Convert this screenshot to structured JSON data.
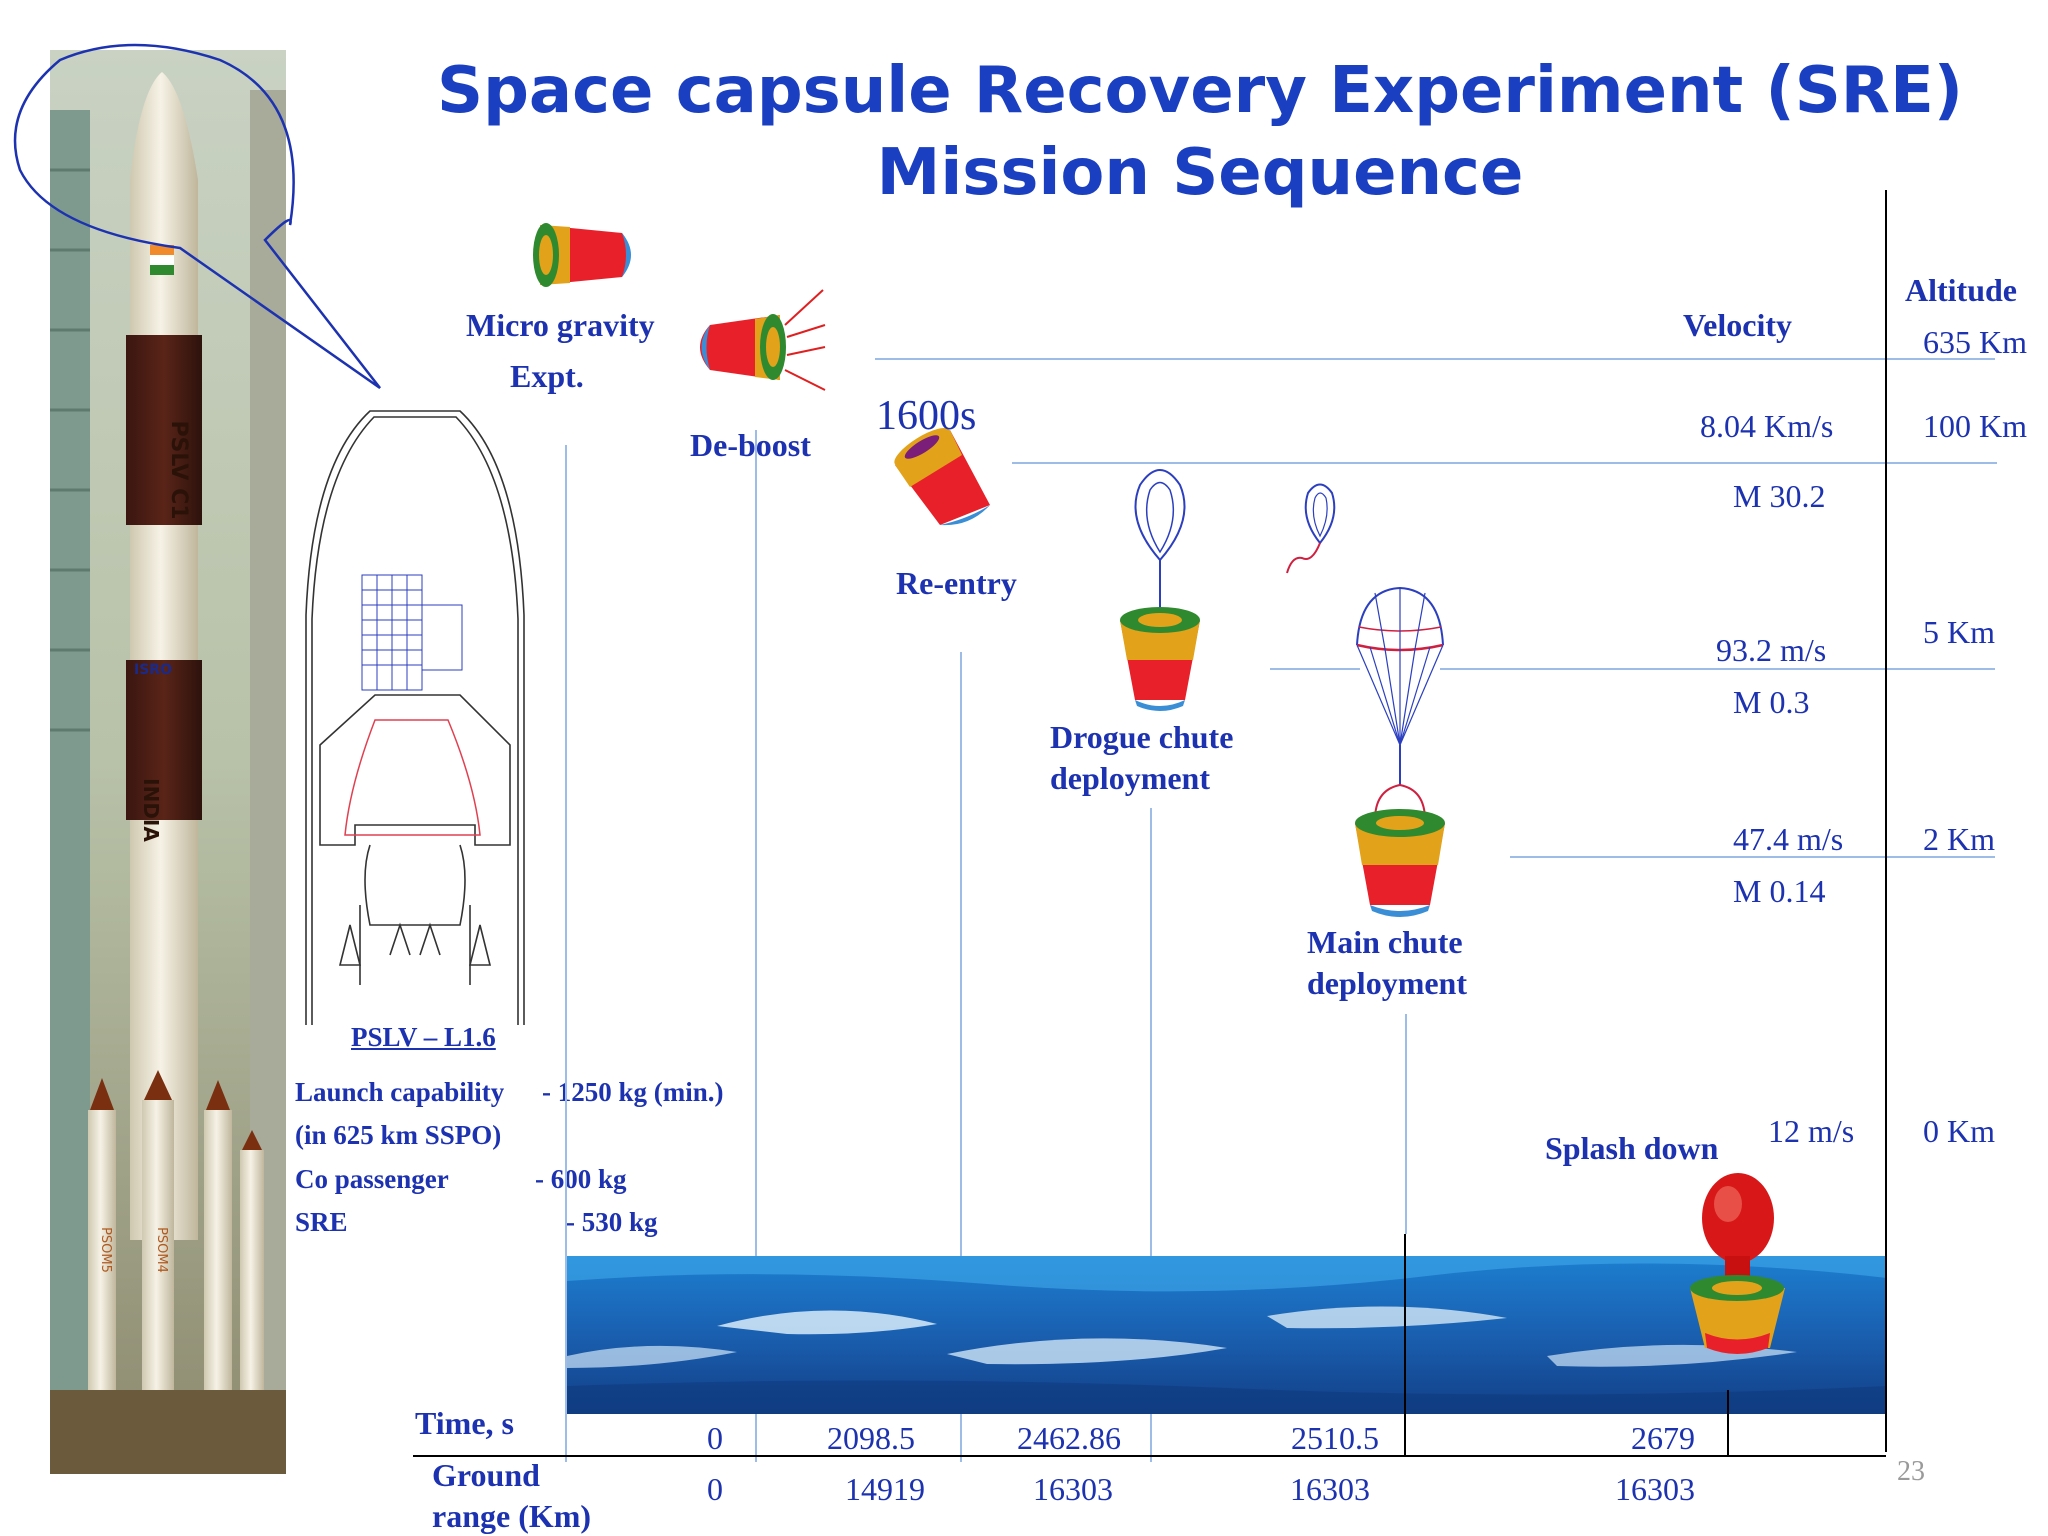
{
  "title": {
    "line1": "Space capsule Recovery Experiment (SRE)",
    "line2": "Mission Sequence"
  },
  "rocket": {
    "body_text": "PSLV C1",
    "isro_text": "ISRO",
    "india_text": "INDIA",
    "booster_left": "PSOM5",
    "booster_right": "PSOM4"
  },
  "fairing": {
    "label": "PSLV – L1.6"
  },
  "specs": {
    "launch_capability_label": "Launch capability",
    "launch_capability_value": "- 1250 kg (min.)",
    "orbit_note": "(in 625 km SSPO)",
    "co_passenger_label": "Co passenger",
    "co_passenger_value": "-  600 kg",
    "sre_label": "SRE",
    "sre_value": "-  530 kg"
  },
  "phases": {
    "micro_gravity": [
      "Micro gravity",
      "Expt."
    ],
    "de_boost": "De-boost",
    "time_1600": "1600s",
    "re_entry": "Re-entry",
    "drogue": [
      "Drogue chute",
      "deployment"
    ],
    "main_chute": [
      "Main chute",
      "deployment"
    ],
    "splash": "Splash down"
  },
  "columns": {
    "velocity_header": "Velocity",
    "altitude_header": "Altitude"
  },
  "levels": [
    {
      "velocity": "",
      "mach": "",
      "altitude": "635 Km"
    },
    {
      "velocity": "8.04 Km/s",
      "mach": "M 30.2",
      "altitude": "100 Km"
    },
    {
      "velocity": "93.2 m/s",
      "mach": "M 0.3",
      "altitude": "5 Km"
    },
    {
      "velocity": "47.4  m/s",
      "mach": "M 0.14",
      "altitude": "2 Km"
    },
    {
      "velocity": "12 m/s",
      "mach": "",
      "altitude": "0 Km"
    }
  ],
  "axis": {
    "time_label": "Time, s",
    "range_label": [
      "Ground",
      "range (Km)"
    ],
    "time_values": [
      "0",
      "2098.5",
      "2462.86",
      "2510.5",
      "2679"
    ],
    "range_values": [
      "0",
      "14919",
      "16303",
      "16303",
      "16303"
    ]
  },
  "page_number": "23",
  "colors": {
    "title": "#1a3fc0",
    "text": "#1c32b0",
    "guide_lines": "#9dbde8",
    "capsule_red": "#e8202a",
    "capsule_gold": "#e2a21a",
    "capsule_green": "#2f8a2f",
    "sea": "#1f6ab8"
  }
}
